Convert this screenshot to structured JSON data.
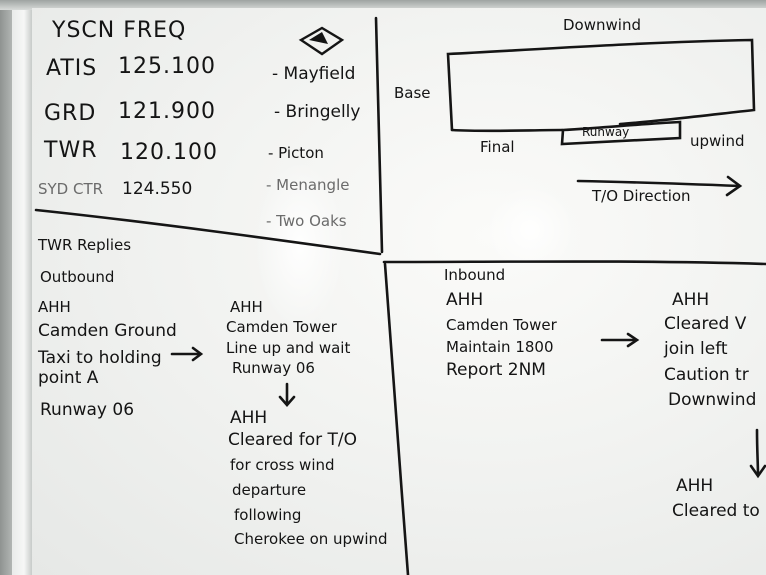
{
  "frequencies": {
    "title": "YSCN FREQ",
    "rows": [
      {
        "label": "ATIS",
        "value": "125.100"
      },
      {
        "label": "GRD",
        "value": "121.900"
      },
      {
        "label": "TWR",
        "value": "120.100"
      },
      {
        "label": "SYD CTR",
        "value": "124.550"
      }
    ]
  },
  "waypoints": [
    "- Mayfield",
    "- Bringelly",
    "- Picton",
    "- Menangle",
    "- Two Oaks"
  ],
  "circuit": {
    "downwind": "Downwind",
    "base": "Base",
    "final": "Final",
    "runway": "Runway",
    "upwind": "upwind",
    "takeoff_direction": "T/O Direction"
  },
  "outbound": {
    "header": "TWR Replies",
    "subheader": "Outbound",
    "ground": [
      "AHH",
      "Camden Ground",
      "Taxi to holding",
      "point A",
      "Runway 06"
    ],
    "tower": [
      "AHH",
      "Camden Tower",
      "Line up and wait",
      "Runway 06"
    ],
    "clearance": [
      "AHH",
      "Cleared for T/O",
      "for cross wind",
      "departure",
      "following",
      "Cherokee on upwind"
    ]
  },
  "inbound": {
    "header": "Inbound",
    "call": [
      "AHH",
      "Camden Tower",
      "Maintain 1800",
      "Report 2NM"
    ],
    "reply": [
      "AHH",
      "Cleared V",
      "join left",
      "Caution tr",
      "Downwind"
    ],
    "final_reply": [
      "AHH",
      "Cleared to"
    ]
  },
  "colors": {
    "ink": "#141414",
    "board": "#f4f5f3"
  }
}
